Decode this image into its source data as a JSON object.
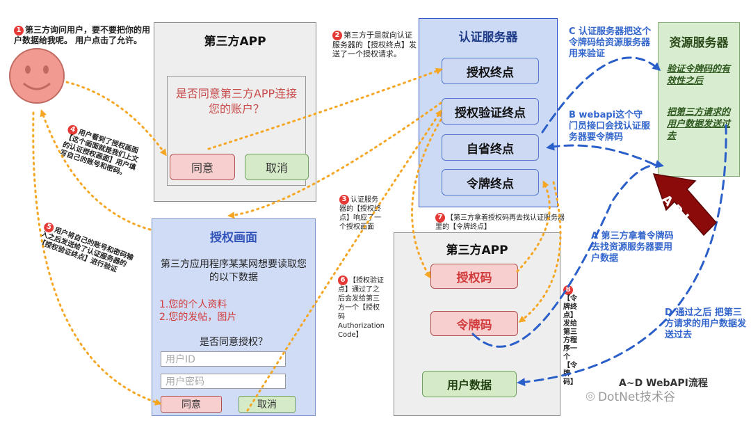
{
  "user_note": {
    "num": "1",
    "text": "第三方询问用户，要不要把你的用户数据给我呢。 用户点击了允许。"
  },
  "app1": {
    "title": "第三方APP",
    "question": "是否同意第三方APP连接您的账户？",
    "agree": "同意",
    "cancel": "取消"
  },
  "note2": {
    "num": "2",
    "text": "第三方于是就向认证服务器的【授权终点】发送了一个授权请求。"
  },
  "auth_server": {
    "title": "认证服务器",
    "endpoints": [
      "授权终点",
      "授权验证终点",
      "自省终点",
      "令牌终点"
    ]
  },
  "note_c": "C 认证服务器把这个令牌码给资源服务器用来验证",
  "resource_server": {
    "title": "资源服务器",
    "line1": "验证令牌码的有效性之后",
    "line2": "把第三方请求的用户数据发送过去"
  },
  "note_b": "B webapi这个守门员接口会找认证服务器要令牌码",
  "api_label": "API",
  "note4": {
    "num": "4",
    "text": "用户看到了授权画面【这个画面就是我们上文的认证授权画面】用户填写自己的账号和密码。"
  },
  "note3": {
    "num": "3",
    "text": "认证服务器的【授权终点】响应了一个授权画面"
  },
  "note7": {
    "num": "7",
    "text": "【第三方拿着授权码再去找认证服务器里的【令牌终点】"
  },
  "note5": {
    "num": "5",
    "text": "用户将自己的账号和密码输入之后发送给了认证服务器的【授权验证终点】进行验证"
  },
  "auth_screen": {
    "title": "授权画面",
    "desc": "第三方应用程序某某网想要读取您的以下数据",
    "item1": "1.您的个人资料",
    "item2": "2.您的发帖，图片",
    "consent": "是否同意授权？",
    "user_id_placeholder": "用户ID",
    "password_placeholder": "用户密码",
    "agree": "同意",
    "cancel": "取消"
  },
  "app2": {
    "title": "第三方APP",
    "auth_code": "授权码",
    "token_code": "令牌码",
    "user_data": "用户数据"
  },
  "note6": {
    "num": "6",
    "text": "【授权验证点】通过了之后会发给第三方一个【授权码Authorization Code】"
  },
  "note8": {
    "num": "8",
    "text": "【令牌终点】发给第三方程序一个【令牌码】"
  },
  "note_a": "A 第三方拿着令牌码去找资源服务器要用户数据",
  "note_d": "D 通过之后 把第三方请求的用户数据发送过去",
  "footer": {
    "label": "A~D WebAPI流程",
    "watermark": "DotNet技术谷"
  },
  "colors": {
    "orange_arrow": "#f5a623",
    "blue_arrow": "#2a5fc9",
    "api_arrow": "#8b0a0a",
    "red_circle": "#e53935"
  }
}
